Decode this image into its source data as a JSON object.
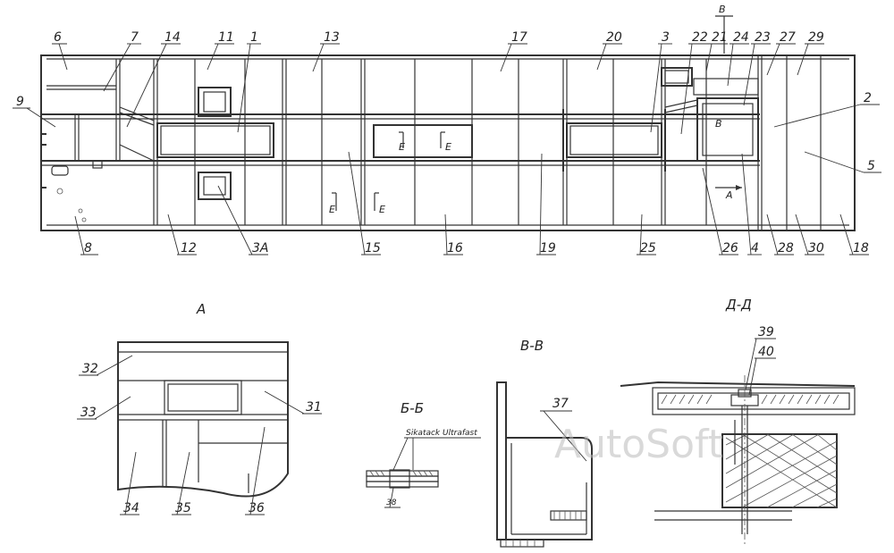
{
  "drawing": {
    "part_labels": [
      "6",
      "7",
      "14",
      "11",
      "1",
      "13",
      "17",
      "20",
      "3",
      "22",
      "21",
      "24",
      "23",
      "27",
      "29",
      "2",
      "5",
      "9",
      "8",
      "12",
      "3A",
      "15",
      "16",
      "19",
      "25",
      "26",
      "4",
      "28",
      "30",
      "18"
    ],
    "section_marks": {
      "e": "Е",
      "b": "В"
    },
    "arrow_a": "А"
  },
  "views": {
    "a": {
      "title": "А",
      "labels": [
        "32",
        "33",
        "31",
        "34",
        "35",
        "36"
      ]
    },
    "bb": {
      "title": "Б-Б",
      "note": "Sikatack Ultrafast",
      "label": "38"
    },
    "vv": {
      "title": "В-В",
      "label": "37"
    },
    "dd": {
      "title": "Д-Д",
      "labels": [
        "39",
        "40"
      ]
    }
  },
  "watermark": "AutoSoft"
}
